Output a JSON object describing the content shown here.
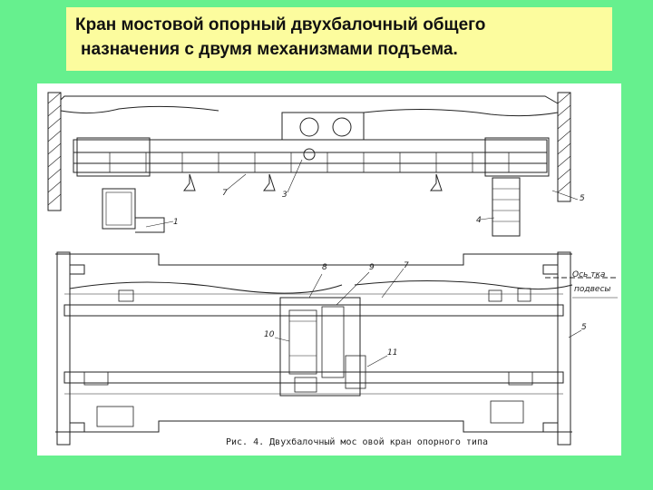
{
  "title": {
    "line1": "Кран мостовой опорный  двухбалочный  общего",
    "line2": "назначения с двумя механизмами подъема."
  },
  "figure": {
    "caption": "Рис. 4. Двухбалочный мос овой кран опорного типа",
    "axis_label_line1": "Ось тка",
    "axis_label_line2": "подвесы",
    "callouts": [
      "1",
      "3",
      "4",
      "5",
      "7",
      "8",
      "9",
      "10",
      "11"
    ]
  },
  "colors": {
    "background": "#66f08e",
    "title_box": "#fcfc9e",
    "drawing_bg": "#ffffff",
    "ink": "#222222"
  }
}
